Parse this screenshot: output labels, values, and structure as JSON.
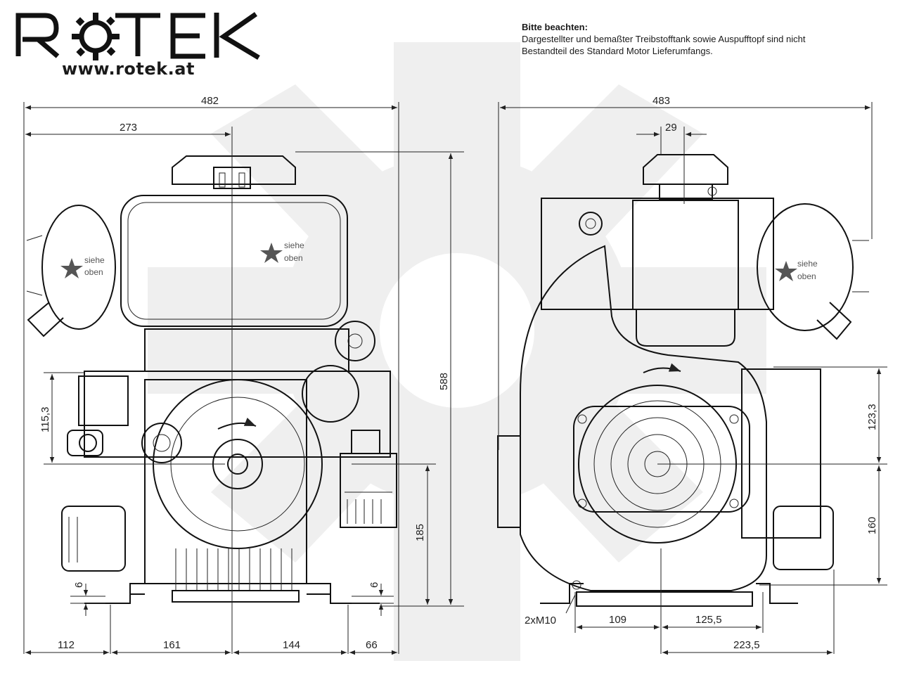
{
  "brand": {
    "logo_text": "ROTEK",
    "url": "www.rotek.at"
  },
  "note": {
    "heading": "Bitte beachten:",
    "line1": "Dargestellter und bemaßter Treibstofftank sowie Auspufftopf sind nicht",
    "line2": "Bestandteil des Standard Motor Lieferumfangs."
  },
  "labels": {
    "siehe": "siehe",
    "oben": "oben"
  },
  "dimensions": {
    "left_width": "482",
    "left_273": "273",
    "height": "588",
    "left_115": "115,3",
    "left_185": "185",
    "left_6a": "6",
    "left_6b": "6",
    "bottom_112": "112",
    "bottom_161": "161",
    "bottom_144": "144",
    "bottom_66": "66",
    "right_width": "483",
    "right_29": "29",
    "right_123": "123,3",
    "right_160": "160",
    "right_109": "109",
    "right_125": "125,5",
    "right_223": "223,5",
    "thread": "2xM10"
  },
  "colors": {
    "line": "#111111",
    "watermark": "#ececec"
  }
}
